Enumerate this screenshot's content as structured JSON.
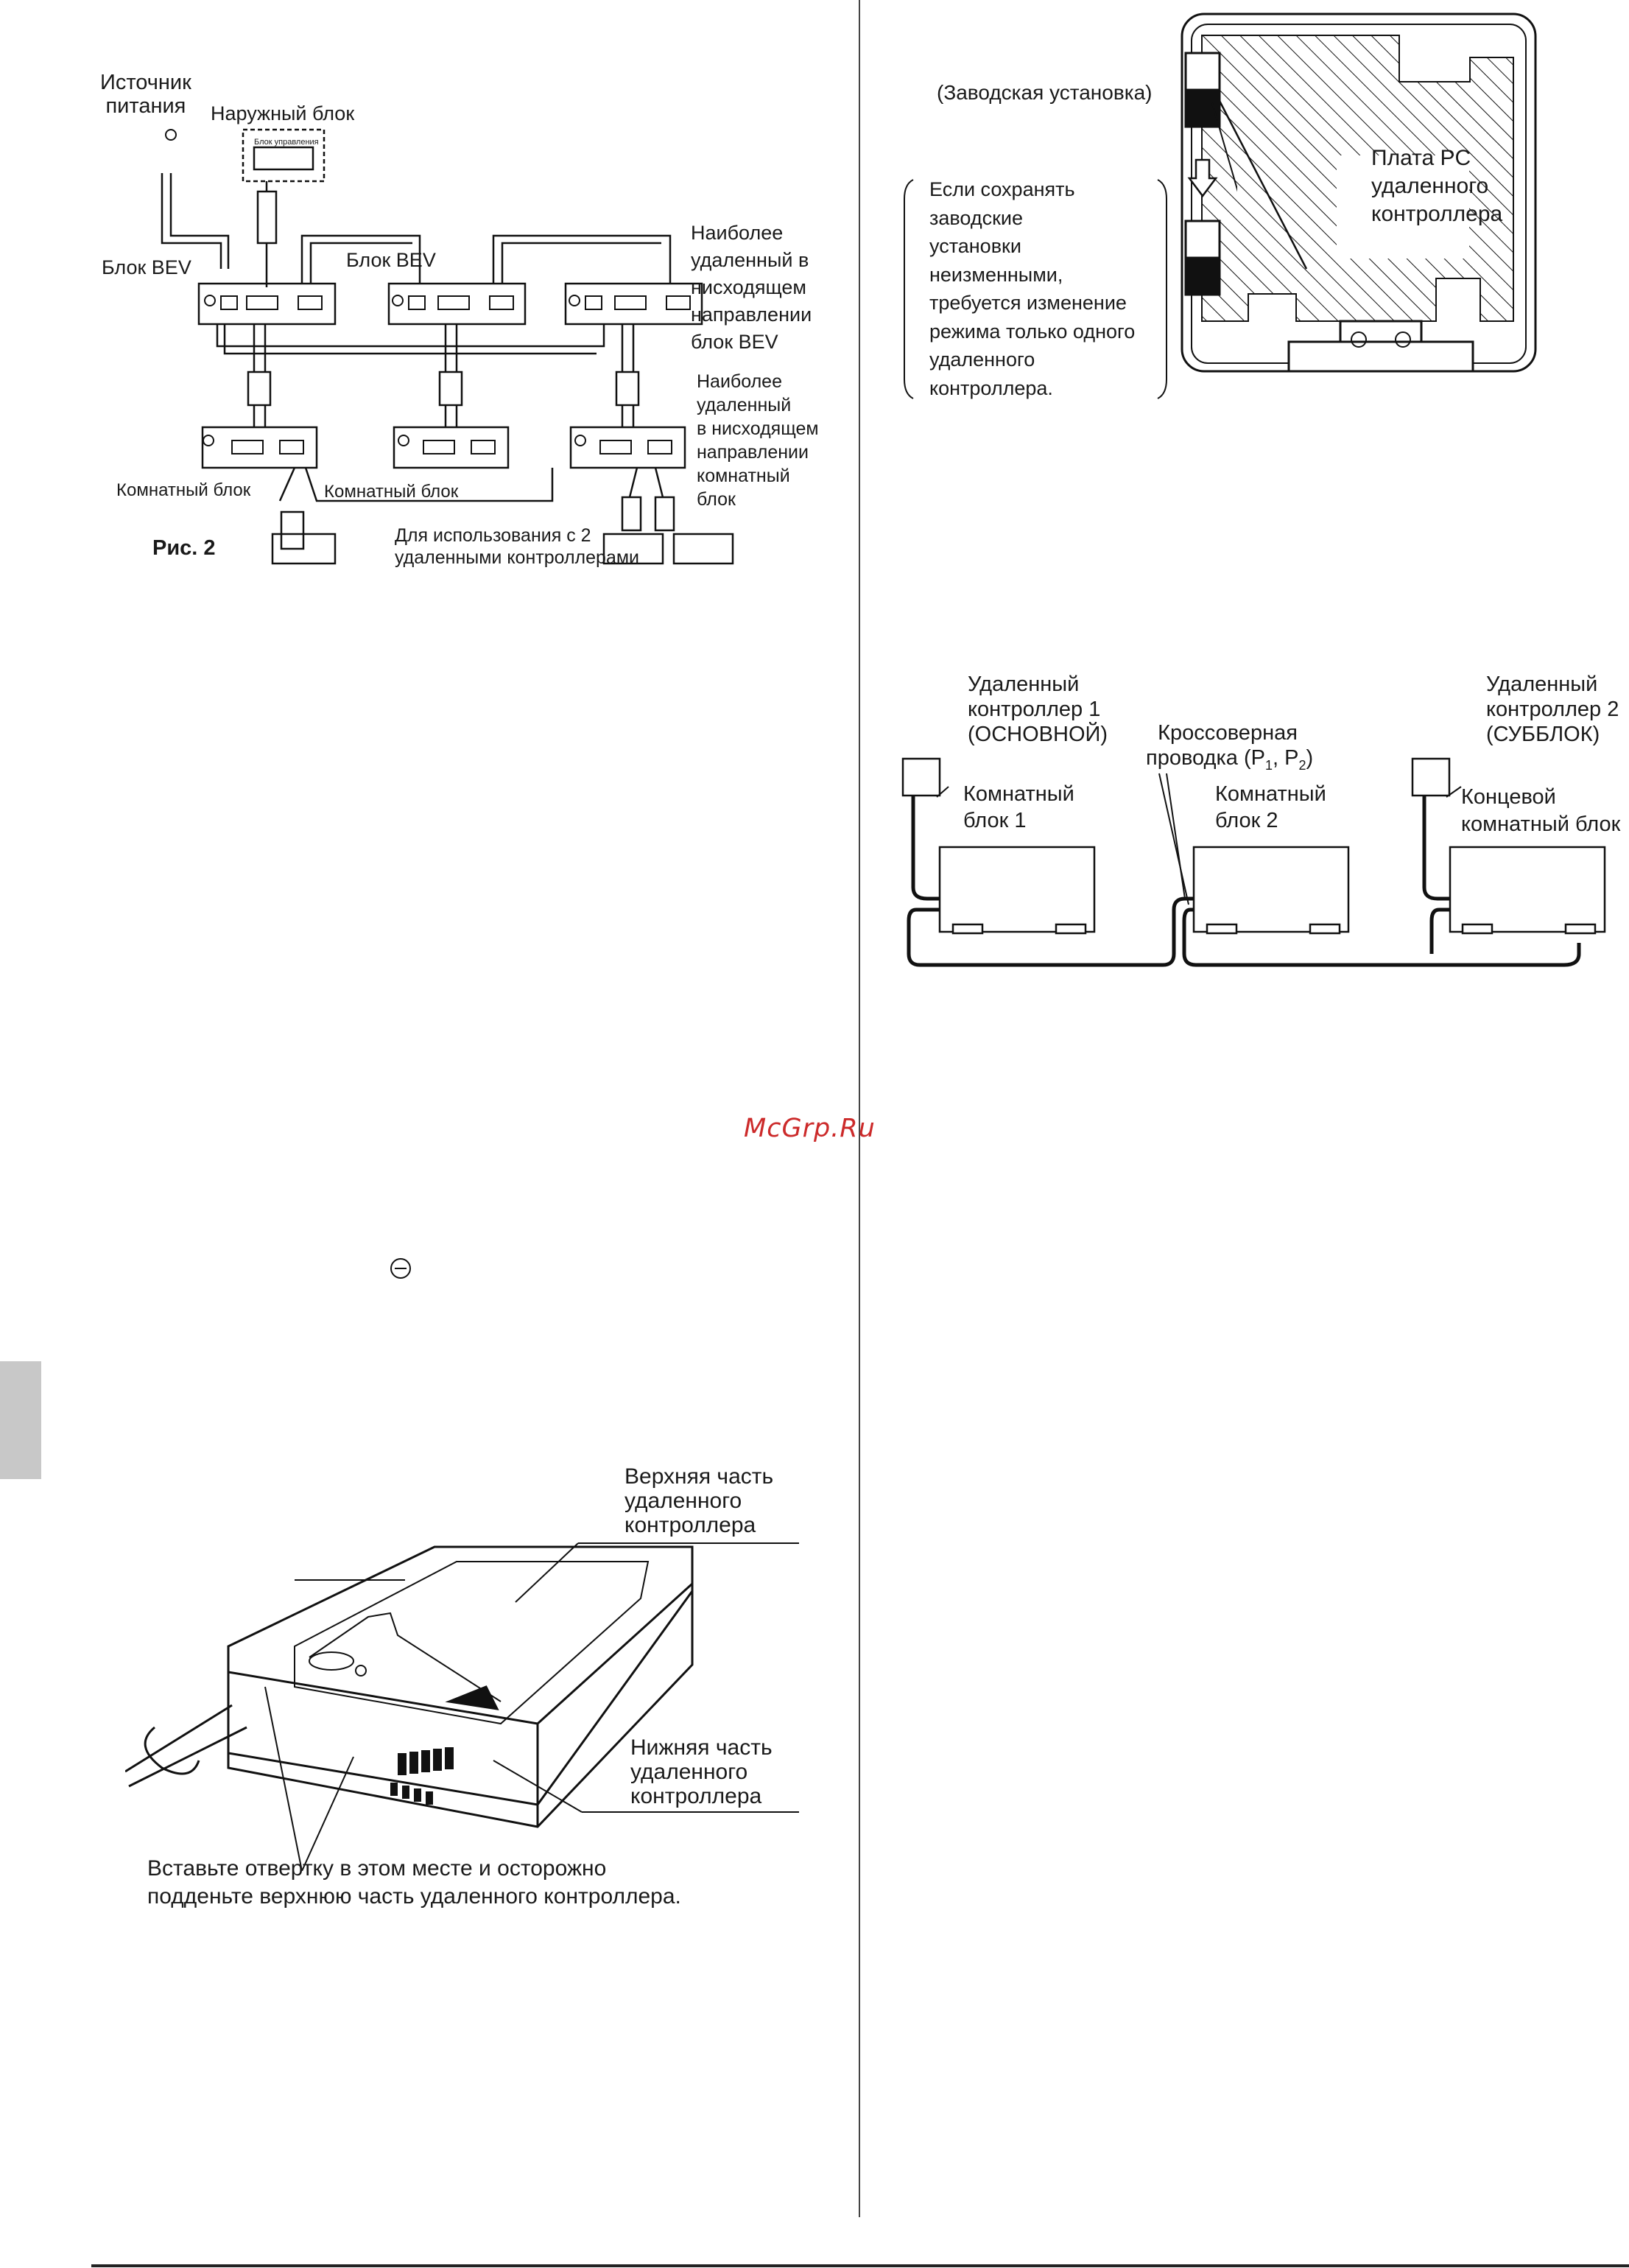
{
  "figure_wiring": {
    "power_source": "Источник\nпитания",
    "outdoor_unit": "Наружный блок",
    "control_block": "Блок управления",
    "bev_left": "Блок BEV",
    "bev_center": "Блок BEV",
    "farthest_bev": "Наиболее\nудаленный в\nнисходящем\nнаправлении\nблок BEV",
    "farthest_indoor": "Наиболее\nудаленный\nв нисходящем\nнаправлении\nкомнатный\nблок",
    "indoor_left": "Комнатный блок",
    "indoor_center": "Комнатный блок",
    "two_remotes": "Для использования с 2\nудаленными контроллерами",
    "figure_number": "Рис. 2"
  },
  "figure_switch": {
    "factory_setting": "(Заводская установка)",
    "note": "Если сохранять\nзаводские\nустановки\nнеизменными,\nтребуется изменение\nрежима только одного\nудаленного\nконтроллера.",
    "pcb_label": "Плата PC\nудаленного\nконтроллера"
  },
  "figure_crossover": {
    "remote1": "Удаленный\nконтроллер 1\n(ОСНОВНОЙ)",
    "crossover": "Кроссоверная\nпроводка (P",
    "crossover_sub1": "1",
    "crossover_mid": ", P",
    "crossover_sub2": "2",
    "crossover_end": ")",
    "remote2": "Удаленный\nконтроллер 2\n(СУББЛОК)",
    "indoor1": "Комнатный\nблок 1",
    "indoor2": "Комнатный\nблок 2",
    "end_indoor": "Концевой\nкомнатный блок"
  },
  "watermark": "McGrp.Ru",
  "figure_remote": {
    "upper_part": "Верхняя часть\nудаленного\nконтроллера",
    "lower_part": "Нижняя часть\nудаленного\nконтроллера",
    "instruction": "Вставьте отвертку в этом месте и осторожно\nподденьте верхнюю часть удаленного контроллера."
  },
  "icons": [
    "earth-ground-icon",
    "minus-circle-icon",
    "down-arrow-icon"
  ]
}
